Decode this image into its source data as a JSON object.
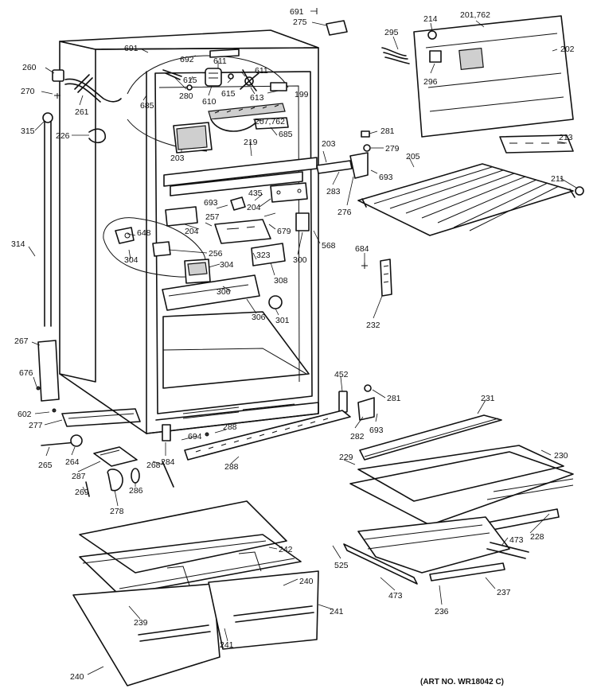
{
  "art_number": "(ART NO. WR18042 C)",
  "callouts": [
    "691",
    "275",
    "214",
    "201,762",
    "295",
    "202",
    "296",
    "691",
    "692",
    "611",
    "611",
    "260",
    "270",
    "261",
    "280",
    "610",
    "615",
    "615",
    "613",
    "199",
    "685",
    "207,762",
    "685",
    "203",
    "219",
    "281",
    "279",
    "315",
    "226",
    "203",
    "213",
    "693",
    "205",
    "211",
    "283",
    "276",
    "693",
    "435",
    "204",
    "257",
    "648",
    "204",
    "679",
    "314",
    "568",
    "256",
    "684",
    "304",
    "304",
    "323",
    "300",
    "308",
    "306",
    "306",
    "301",
    "232",
    "267",
    "452",
    "676",
    "281",
    "231",
    "602",
    "277",
    "693",
    "694",
    "288",
    "282",
    "284",
    "229",
    "230",
    "265",
    "264",
    "288",
    "287",
    "268",
    "286",
    "269",
    "278",
    "228",
    "242",
    "473",
    "525",
    "240",
    "473",
    "237",
    "239",
    "241",
    "241",
    "236",
    "240"
  ]
}
